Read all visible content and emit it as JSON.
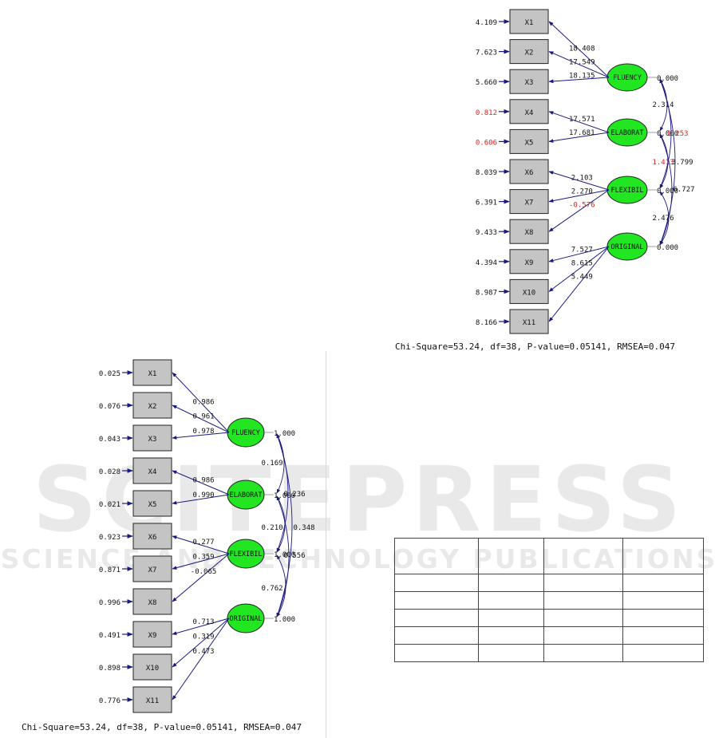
{
  "watermark": {
    "line1": "SCITEPRESS",
    "line2": "SCIENCE AND TECHNOLOGY PUBLICATIONS"
  },
  "colors": {
    "box_fill": "#c4c4c4",
    "latent_fill": "#22e622",
    "arrow": "#1a1a80",
    "highlight": "#e02020",
    "text": "#111111",
    "watermark": "#e4e4e4"
  },
  "top_diagram": {
    "stats": "Chi-Square=53.24, df=38, P-value=0.05141, RMSEA=0.047",
    "indicators": [
      {
        "name": "X1",
        "error": "4.109",
        "error_red": false
      },
      {
        "name": "X2",
        "error": "7.623",
        "error_red": false
      },
      {
        "name": "X3",
        "error": "5.660",
        "error_red": false
      },
      {
        "name": "X4",
        "error": "0.812",
        "error_red": true
      },
      {
        "name": "X5",
        "error": "0.606",
        "error_red": true
      },
      {
        "name": "X6",
        "error": "8.039",
        "error_red": false
      },
      {
        "name": "X7",
        "error": "6.391",
        "error_red": false
      },
      {
        "name": "X8",
        "error": "9.433",
        "error_red": false
      },
      {
        "name": "X9",
        "error": "4.394",
        "error_red": false
      },
      {
        "name": "X10",
        "error": "8.987",
        "error_red": false
      },
      {
        "name": "X11",
        "error": "8.166",
        "error_red": false
      }
    ],
    "latents": [
      {
        "name": "FLUENCY",
        "variance": "0.000"
      },
      {
        "name": "ELABORAT",
        "variance": "0.000"
      },
      {
        "name": "FLEXIBIL",
        "variance": "0.000"
      },
      {
        "name": "ORIGINAL",
        "variance": "0.000"
      }
    ],
    "loadings": [
      {
        "latent": 0,
        "indicator": 0,
        "value": "18.408",
        "red": false
      },
      {
        "latent": 0,
        "indicator": 1,
        "value": "17.549",
        "red": false
      },
      {
        "latent": 0,
        "indicator": 2,
        "value": "18.135",
        "red": false
      },
      {
        "latent": 1,
        "indicator": 3,
        "value": "17.571",
        "red": false
      },
      {
        "latent": 1,
        "indicator": 4,
        "value": "17.681",
        "red": false
      },
      {
        "latent": 2,
        "indicator": 5,
        "value": "2.103",
        "red": false
      },
      {
        "latent": 2,
        "indicator": 6,
        "value": "2.270",
        "red": false
      },
      {
        "latent": 2,
        "indicator": 7,
        "value": "-0.576",
        "red": true
      },
      {
        "latent": 3,
        "indicator": 8,
        "value": "7.527",
        "red": false
      },
      {
        "latent": 3,
        "indicator": 9,
        "value": "8.615",
        "red": false
      },
      {
        "latent": 3,
        "indicator": 10,
        "value": "5.449",
        "red": false
      }
    ],
    "covariances": [
      {
        "from": 0,
        "to": 1,
        "value": "2.314",
        "red": false
      },
      {
        "from": 0,
        "to": 2,
        "value": "1.253",
        "red": true
      },
      {
        "from": 0,
        "to": 3,
        "value": "1.413",
        "red": true
      },
      {
        "from": 1,
        "to": 2,
        "value": "3.799",
        "red": false
      },
      {
        "from": 1,
        "to": 3,
        "value": "6.727",
        "red": false
      },
      {
        "from": 2,
        "to": 3,
        "value": "2.476",
        "red": false
      }
    ]
  },
  "bottom_diagram": {
    "stats": "Chi-Square=53.24, df=38, P-value=0.05141, RMSEA=0.047",
    "indicators": [
      {
        "name": "X1",
        "error": "0.025",
        "error_red": false
      },
      {
        "name": "X2",
        "error": "0.076",
        "error_red": false
      },
      {
        "name": "X3",
        "error": "0.043",
        "error_red": false
      },
      {
        "name": "X4",
        "error": "0.028",
        "error_red": false
      },
      {
        "name": "X5",
        "error": "0.021",
        "error_red": false
      },
      {
        "name": "X6",
        "error": "0.923",
        "error_red": false
      },
      {
        "name": "X7",
        "error": "0.871",
        "error_red": false
      },
      {
        "name": "X8",
        "error": "0.996",
        "error_red": false
      },
      {
        "name": "X9",
        "error": "0.491",
        "error_red": false
      },
      {
        "name": "X10",
        "error": "0.898",
        "error_red": false
      },
      {
        "name": "X11",
        "error": "0.776",
        "error_red": false
      }
    ],
    "latents": [
      {
        "name": "FLUENCY",
        "variance": "1.000"
      },
      {
        "name": "ELABORAT",
        "variance": "1.000"
      },
      {
        "name": "FLEXIBIL",
        "variance": "1.000"
      },
      {
        "name": "ORIGINAL",
        "variance": "1.000"
      }
    ],
    "loadings": [
      {
        "latent": 0,
        "indicator": 0,
        "value": "0.986",
        "red": false
      },
      {
        "latent": 0,
        "indicator": 1,
        "value": "0.961",
        "red": false
      },
      {
        "latent": 0,
        "indicator": 2,
        "value": "0.978",
        "red": false
      },
      {
        "latent": 1,
        "indicator": 3,
        "value": "0.986",
        "red": false
      },
      {
        "latent": 1,
        "indicator": 4,
        "value": "0.990",
        "red": false
      },
      {
        "latent": 2,
        "indicator": 5,
        "value": "0.277",
        "red": false
      },
      {
        "latent": 2,
        "indicator": 6,
        "value": "0.359",
        "red": false
      },
      {
        "latent": 2,
        "indicator": 7,
        "value": "-0.065",
        "red": false
      },
      {
        "latent": 3,
        "indicator": 8,
        "value": "0.713",
        "red": false
      },
      {
        "latent": 3,
        "indicator": 9,
        "value": "0.319",
        "red": false
      },
      {
        "latent": 3,
        "indicator": 10,
        "value": "0.473",
        "red": false
      }
    ],
    "covariances": [
      {
        "from": 0,
        "to": 1,
        "value": "0.169",
        "red": false
      },
      {
        "from": 0,
        "to": 2,
        "value": "0.236",
        "red": false
      },
      {
        "from": 0,
        "to": 3,
        "value": "0.210",
        "red": false
      },
      {
        "from": 1,
        "to": 2,
        "value": "0.348",
        "red": false
      },
      {
        "from": 1,
        "to": 3,
        "value": "0.556",
        "red": false
      },
      {
        "from": 2,
        "to": 3,
        "value": "0.762",
        "red": false
      }
    ]
  },
  "empty_table": {
    "rows": 6,
    "cols": 4
  }
}
